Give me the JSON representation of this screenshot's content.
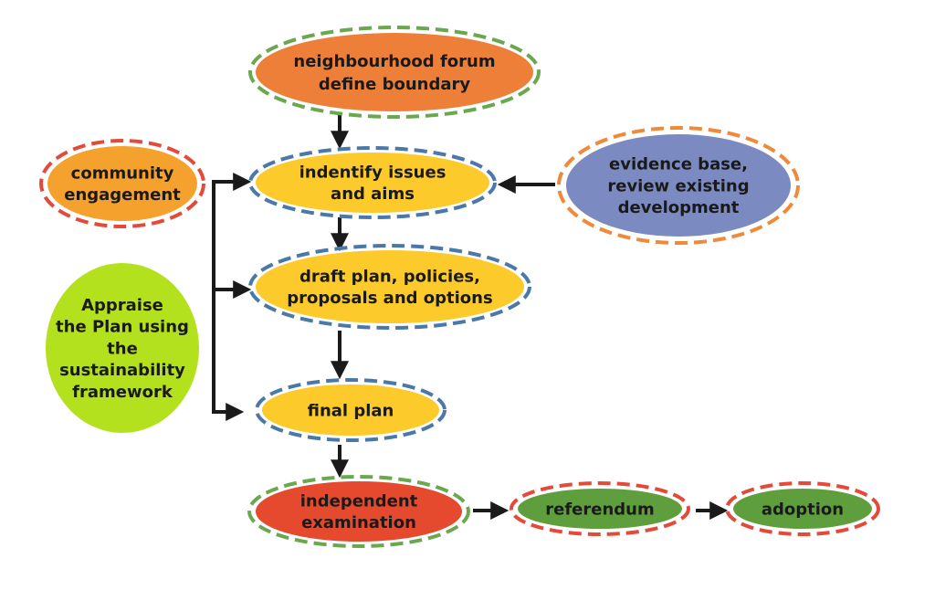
{
  "nodes": {
    "forum": {
      "lines": [
        "neighbourhood forum",
        "define boundary"
      ],
      "fill": "#ee7f38",
      "border": "#6aa84f",
      "text": "#1a1a1a"
    },
    "identify": {
      "lines": [
        "indentify issues",
        "and aims"
      ],
      "fill": "#fcca2a",
      "border": "#4a78a8",
      "text": "#1a1a1a"
    },
    "draft": {
      "lines": [
        "draft plan, policies,",
        "proposals and options"
      ],
      "fill": "#fcca2a",
      "border": "#4a78a8",
      "text": "#1a1a1a"
    },
    "final": {
      "lines": [
        "final plan"
      ],
      "fill": "#fcca2a",
      "border": "#4a78a8",
      "text": "#1a1a1a"
    },
    "examination": {
      "lines": [
        "independent",
        "examination"
      ],
      "fill": "#e64a2e",
      "border": "#6aa84f",
      "text": "#1a1a1a"
    },
    "referendum": {
      "lines": [
        "referendum"
      ],
      "fill": "#5f9e3c",
      "border": "#e44a3a",
      "text": "#1a1a1a"
    },
    "adoption": {
      "lines": [
        "adoption"
      ],
      "fill": "#5f9e3c",
      "border": "#e44a3a",
      "text": "#1a1a1a"
    },
    "community": {
      "lines": [
        "community",
        "engagement"
      ],
      "fill": "#f4a12e",
      "border": "#e44a3a",
      "text": "#1a1a1a"
    },
    "evidence": {
      "lines": [
        "evidence base,",
        "review existing",
        "development"
      ],
      "fill": "#7b8ac0",
      "border": "#ee8a3c",
      "text": "#1a1a1a"
    },
    "appraise": {
      "lines": [
        "Appraise",
        "the Plan using",
        "the",
        "sustainability",
        "framework"
      ],
      "fill": "#b4e11d",
      "border": "none",
      "text": "#1a1a1a"
    }
  },
  "colors": {
    "arrow": "#1a1a1a"
  }
}
